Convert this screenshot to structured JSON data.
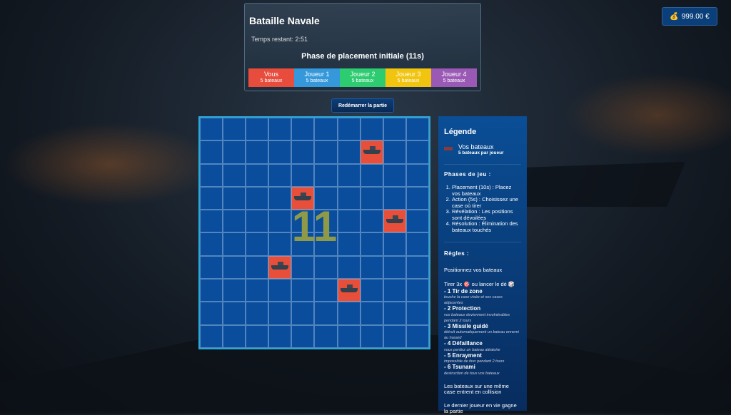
{
  "header": {
    "title": "Bataille Navale",
    "timer": "Temps restant: 2:51",
    "phase": "Phase de placement initiale (11s)"
  },
  "players": [
    {
      "name": "Vous",
      "boats": "5 bateaux",
      "color": "#e74c3c"
    },
    {
      "name": "Joueur 1",
      "boats": "5 bateaux",
      "color": "#3498db"
    },
    {
      "name": "Joueur 2",
      "boats": "5 bateaux",
      "color": "#2ecc71"
    },
    {
      "name": "Joueur 3",
      "boats": "5 bateaux",
      "color": "#f1c40f"
    },
    {
      "name": "Joueur 4",
      "boats": "5 bateaux",
      "color": "#9b59b6"
    }
  ],
  "restart_label": "Redémarrer la partie",
  "balance": {
    "icon": "money-bag-icon",
    "amount": "999.00 €"
  },
  "board": {
    "size": 10,
    "countdown": "11",
    "ships": [
      [
        1,
        7
      ],
      [
        3,
        4
      ],
      [
        4,
        8
      ],
      [
        6,
        3
      ],
      [
        7,
        6
      ]
    ]
  },
  "legend": {
    "title": "Légende",
    "ship_label": "Vos bateaux",
    "ship_sub": "5 bateaux par joueur",
    "phases_title": "Phases de jeu :",
    "phases": [
      "Placement (10s) : Placez vos bateaux",
      "Action (5s) : Choisissez une case où tirer",
      "Révélation : Les positions sont dévoilées",
      "Résolution : Élimination des bateaux touchés"
    ],
    "rules_title": "Règles :",
    "rule1": "Positionnez vos bateaux",
    "rule2": "Tirer 3x 🎯 ou lancer le dé 🎲",
    "bonuses": [
      {
        "name": "- 1 Tir de zone",
        "desc": "touche la case visée et ses cases adjacentes"
      },
      {
        "name": "- 2 Protection",
        "desc": "vos bateaux deviennent invulnérables pendant 2 tours"
      },
      {
        "name": "- 3 Missile guidé",
        "desc": "détruit automatiquement un bateau ennemi au hasard"
      },
      {
        "name": "- 4 Défaillance",
        "desc": "vous perdez un bateau aléatoire"
      },
      {
        "name": "- 5 Enrayment",
        "desc": "impossible de tirer pendant 2 tours"
      },
      {
        "name": "- 6 Tsunami",
        "desc": "destruction de tous vos bateaux"
      }
    ],
    "collision": "Les bateaux sur une même case entrent en collision",
    "win": "Le dernier joueur en vie gagne la partie"
  }
}
